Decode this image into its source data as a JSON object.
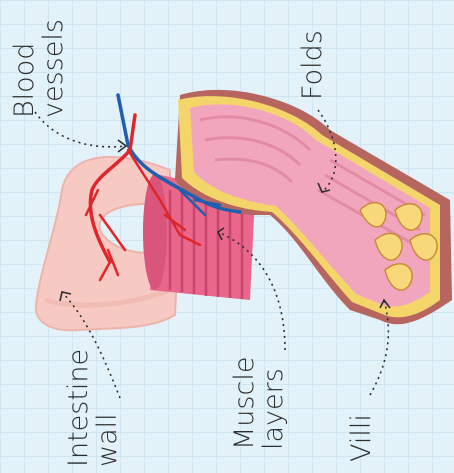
{
  "labels": {
    "blood_vessels": [
      "Blood",
      "vessels"
    ],
    "folds": "Folds",
    "intestine_wall": [
      "Intestine",
      "wall"
    ],
    "muscle_layers": [
      "Muscle",
      "layers"
    ],
    "villi": "Villi"
  },
  "colors": {
    "background": "#e3f1f9",
    "wall": "#f6c9c3",
    "muscle": "#e8678a",
    "mucosa": "#f2a6bd",
    "fat": "#f4d56a",
    "serosa": "#b7655f",
    "artery": "#e0262a",
    "vein": "#1f5fb0"
  }
}
